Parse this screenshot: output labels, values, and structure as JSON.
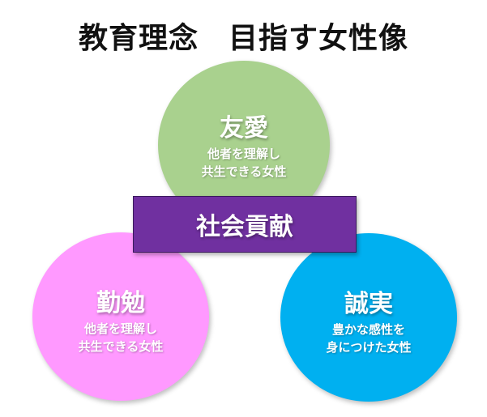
{
  "title": "教育理念　目指す女性像",
  "center": {
    "label": "社会貢献",
    "color": "#7030a0"
  },
  "circles": {
    "top": {
      "title": "友愛",
      "desc_line1": "他者を理解し",
      "desc_line2": "共生できる女性",
      "color": "#a9d18e"
    },
    "left": {
      "title": "勤勉",
      "desc_line1": "他者を理解し",
      "desc_line2": "共生できる女性",
      "color": "#ff99ff"
    },
    "right": {
      "title": "誠実",
      "desc_line1": "豊かな感性を",
      "desc_line2": "身につけた女性",
      "color": "#00b0f0"
    }
  }
}
